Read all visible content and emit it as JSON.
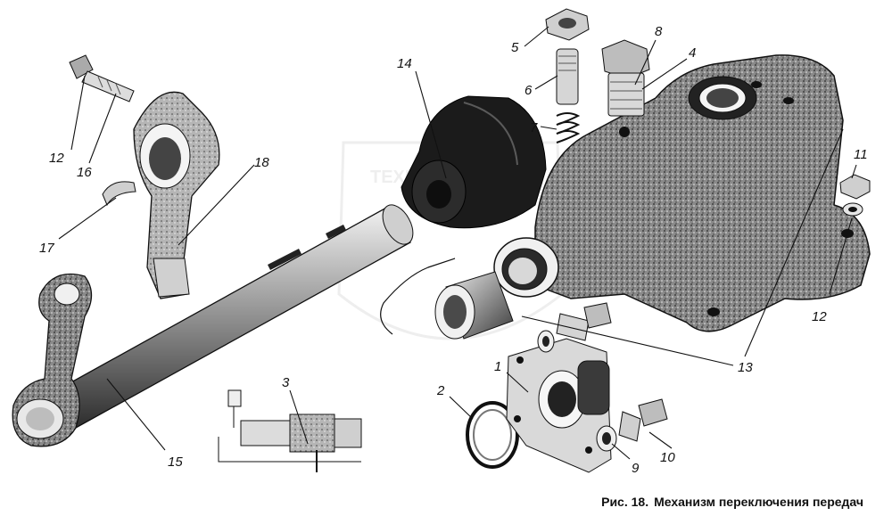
{
  "figure": {
    "caption_number": "Рис. 18.",
    "caption_title": "Механизм переключения передач",
    "watermark_text": "ТЕХНО"
  },
  "callouts": [
    {
      "id": "1",
      "label": "1"
    },
    {
      "id": "2",
      "label": "2"
    },
    {
      "id": "3",
      "label": "3"
    },
    {
      "id": "4",
      "label": "4"
    },
    {
      "id": "5",
      "label": "5"
    },
    {
      "id": "6",
      "label": "6"
    },
    {
      "id": "7",
      "label": "7"
    },
    {
      "id": "8",
      "label": "8"
    },
    {
      "id": "9",
      "label": "9"
    },
    {
      "id": "10",
      "label": "10"
    },
    {
      "id": "11",
      "label": "11"
    },
    {
      "id": "12a",
      "label": "12"
    },
    {
      "id": "12b",
      "label": "12"
    },
    {
      "id": "13",
      "label": "13"
    },
    {
      "id": "14",
      "label": "14"
    },
    {
      "id": "15",
      "label": "15"
    },
    {
      "id": "16",
      "label": "16"
    },
    {
      "id": "17",
      "label": "17"
    },
    {
      "id": "18",
      "label": "18"
    }
  ],
  "colors": {
    "ink": "#111111",
    "shade": "#6a6a6a",
    "dark": "#1c1c1c",
    "paper": "#ffffff",
    "watermark": "#d9d9d9"
  }
}
